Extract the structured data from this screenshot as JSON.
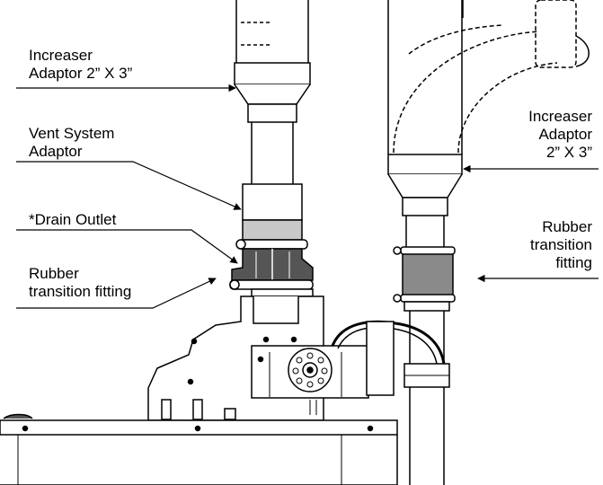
{
  "labels": {
    "increaser_left": {
      "line1": "Increaser",
      "line2": "Adaptor 2” X 3”"
    },
    "vent_system": {
      "line1": "Vent System",
      "line2": "Adaptor"
    },
    "drain_outlet": {
      "line1": "*Drain Outlet"
    },
    "rubber_left": {
      "line1": "Rubber",
      "line2": "transition fitting"
    },
    "increaser_right": {
      "line1": "Increaser",
      "line2": "Adaptor",
      "line3": "2” X 3”"
    },
    "rubber_right": {
      "line1": "Rubber",
      "line2": "transition",
      "line3": "fitting"
    }
  },
  "colors": {
    "line": "#000000",
    "rubber_fill": "#8a8a8a",
    "rubber_light": "#c8c8c8",
    "background": "#ffffff"
  }
}
